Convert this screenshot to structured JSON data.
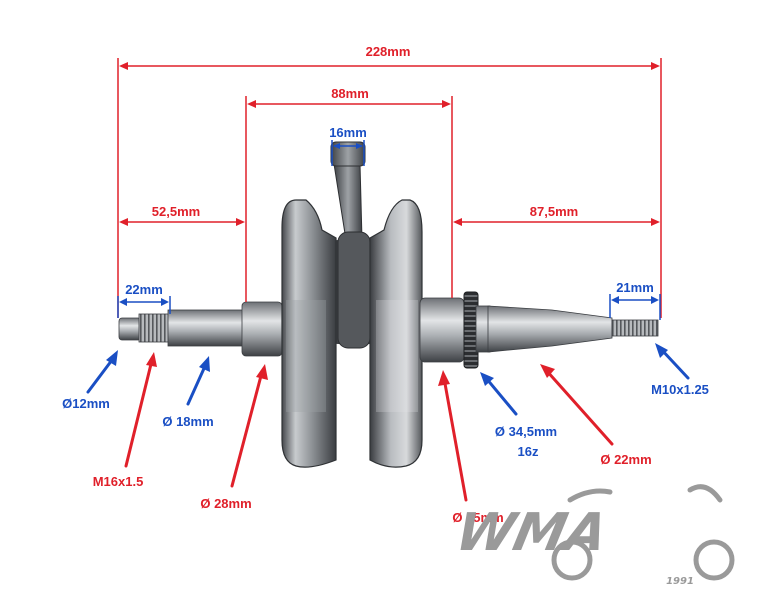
{
  "colors": {
    "dimension_red": "#e0202a",
    "dimension_blue": "#1a4fc4",
    "steel_dark": "#4a4d52",
    "steel_mid": "#8d9196",
    "steel_light": "#d4d7da",
    "logo_gray": "#9a9a9a"
  },
  "dimensions": {
    "overall_length": "228mm",
    "flywheel_width": "88mm",
    "conrod_width": "16mm",
    "left_offset": "52,5mm",
    "right_offset": "87,5mm",
    "left_thread_length": "22mm",
    "right_thread_length": "21mm"
  },
  "callouts": {
    "left_tip_diameter": "Ø12mm",
    "left_thread": "M16x1.5",
    "left_shaft_diameter": "Ø 18mm",
    "left_bearing_seat": "Ø 28mm",
    "right_bearing_seat": "Ø 35mm",
    "sprocket_diameter": "Ø 34,5mm",
    "sprocket_teeth": "16z",
    "right_shaft_diameter": "Ø 22mm",
    "right_thread": "M10x1.25"
  },
  "logo": {
    "brand": "WMA",
    "year": "1991"
  }
}
